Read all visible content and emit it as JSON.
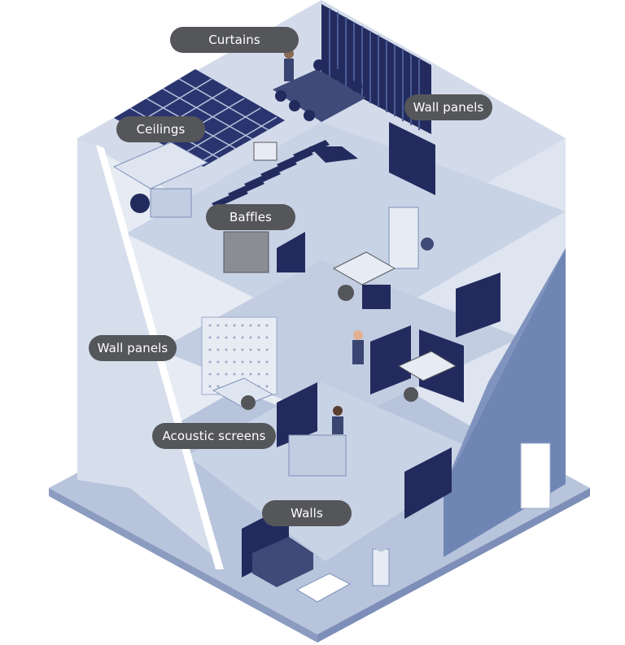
{
  "colors": {
    "navy": "#232b5e",
    "floor": "#c9d3e6",
    "wall_light": "#e7ecf4",
    "wall_mid": "#b8c4dc",
    "wall_dark": "#6f86b4",
    "label_bg": "#55565a",
    "label_text": "#ffffff"
  },
  "labels": {
    "curtains": "Curtains",
    "wall_panels_top": "Wall panels",
    "ceilings": "Ceilings",
    "baffles": "Baffles",
    "wall_panels_left": "Wall panels",
    "acoustic_screens": "Acoustic screens",
    "walls": "Walls"
  }
}
